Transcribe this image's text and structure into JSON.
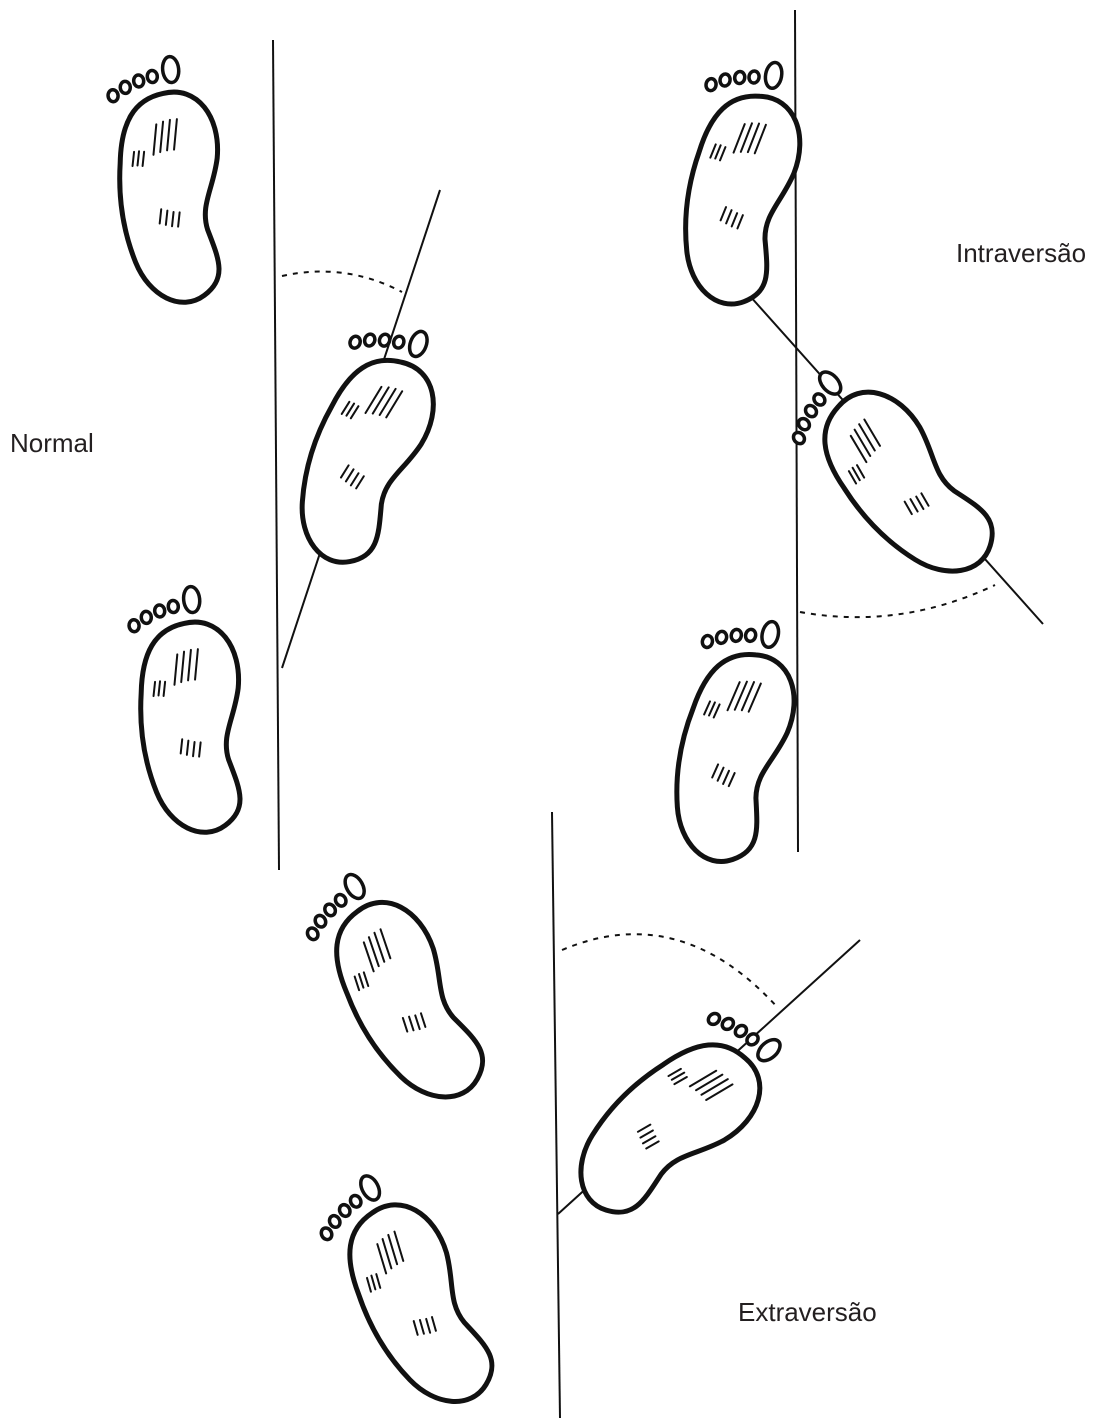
{
  "labels": {
    "normal": "Normal",
    "intraversion": "Intraversão",
    "extraversion": "Extraversão"
  },
  "colors": {
    "ink": "#111111",
    "label_text": "#231f20",
    "background": "#ffffff"
  }
}
